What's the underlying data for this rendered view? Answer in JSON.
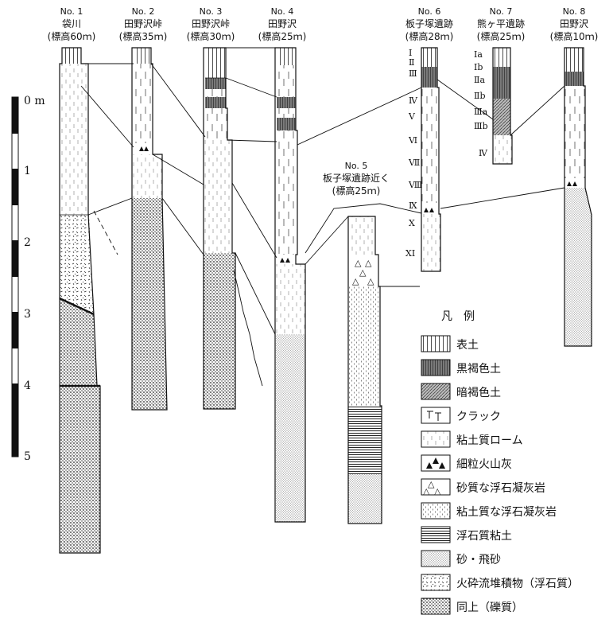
{
  "columns": [
    {
      "no": "No. 1",
      "place": "袋川",
      "elev": "(標高60ｍ)"
    },
    {
      "no": "No. 2",
      "place": "田野沢峠",
      "elev": "(標高35ｍ)"
    },
    {
      "no": "No. 3",
      "place": "田野沢峠",
      "elev": "(標高30ｍ)"
    },
    {
      "no": "No. 4",
      "place": "田野沢",
      "elev": "(標高25ｍ)"
    },
    {
      "no": "No. 5",
      "place": "板子塚遺跡近く",
      "elev": "(標高25ｍ)"
    },
    {
      "no": "No. 6",
      "place": "板子塚遺跡",
      "elev": "(標高28ｍ)"
    },
    {
      "no": "No. 7",
      "place": "熊ヶ平遺跡",
      "elev": "(標高25ｍ)"
    },
    {
      "no": "No. 8",
      "place": "田野沢",
      "elev": "(標高10ｍ)"
    }
  ],
  "scale": {
    "labels": [
      "0 m",
      "1",
      "2",
      "3",
      "4",
      "5"
    ]
  },
  "layers_no6": [
    "Ⅰ",
    "Ⅱ",
    "Ⅲ",
    "Ⅳ",
    "Ⅴ",
    "Ⅵ",
    "Ⅶ",
    "Ⅷ",
    "Ⅸ",
    "Ⅹ",
    "ⅩⅠ"
  ],
  "layers_no7": [
    "Ⅰa",
    "Ⅰb",
    "Ⅱa",
    "Ⅱb",
    "Ⅲa",
    "Ⅲb",
    "Ⅳ"
  ],
  "legend": {
    "title": "凡　例",
    "items": [
      {
        "pattern": "topsoil",
        "label": "表土"
      },
      {
        "pattern": "blackbrown",
        "label": "黒褐色土"
      },
      {
        "pattern": "darkbrown",
        "label": "暗褐色土"
      },
      {
        "pattern": "crack",
        "label": "クラック"
      },
      {
        "pattern": "loam",
        "label": "粘土質ローム"
      },
      {
        "pattern": "ash",
        "label": "細粒火山灰"
      },
      {
        "pattern": "sandytuff",
        "label": "砂質な浮石凝灰岩"
      },
      {
        "pattern": "claytuff",
        "label": "粘土質な浮石凝灰岩"
      },
      {
        "pattern": "pumiceclay",
        "label": "浮石質粘土"
      },
      {
        "pattern": "sand",
        "label": "砂・飛砂"
      },
      {
        "pattern": "pyroclastic",
        "label": "火砕流堆積物（浮石質）"
      },
      {
        "pattern": "gravel",
        "label": "同上（礫質）"
      }
    ]
  }
}
